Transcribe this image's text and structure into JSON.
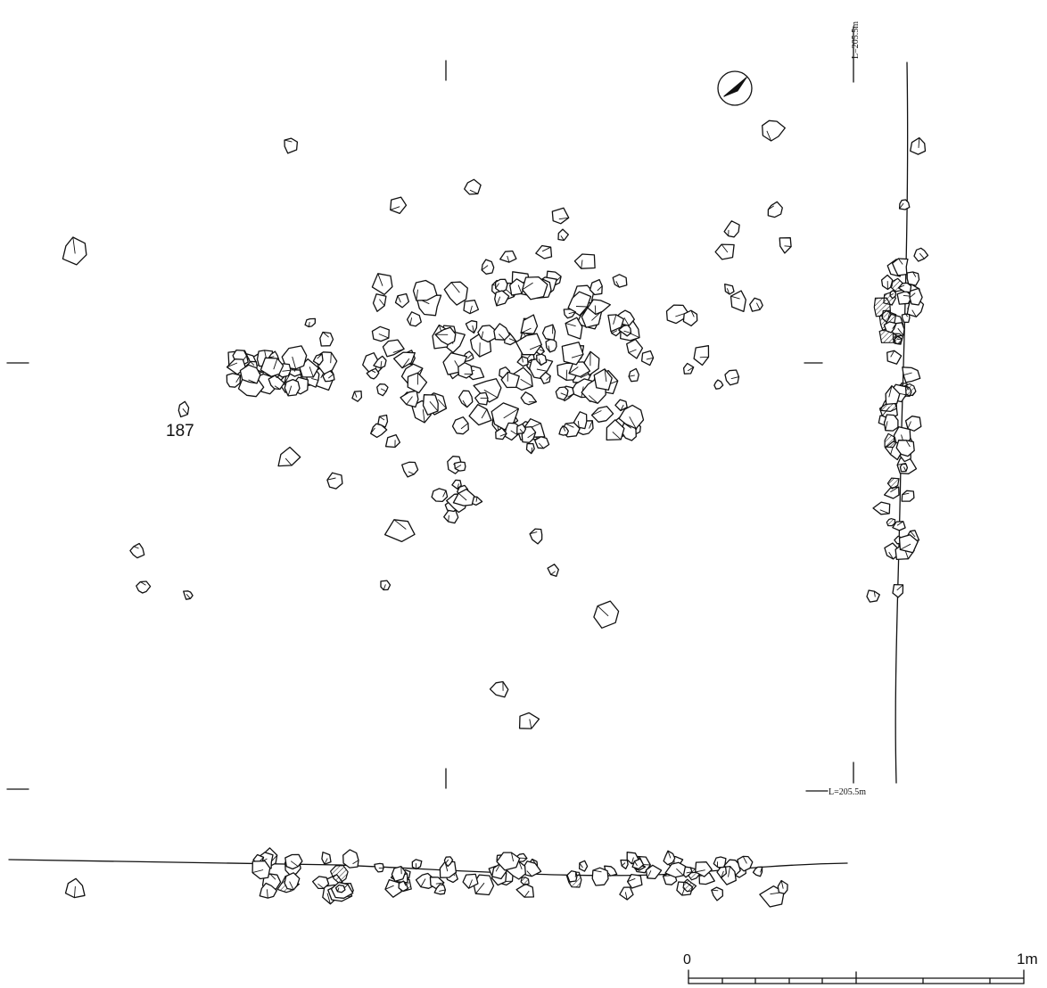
{
  "feature_label": "187",
  "elevation_labels": {
    "right_section": "L=205.5m",
    "bottom_section": "L=205.5m"
  },
  "scale_bar": {
    "start_label": "0",
    "end_label": "1m",
    "divisions": 5
  },
  "north_arrow": "north-arrow-icon",
  "ink_color": "#111111"
}
